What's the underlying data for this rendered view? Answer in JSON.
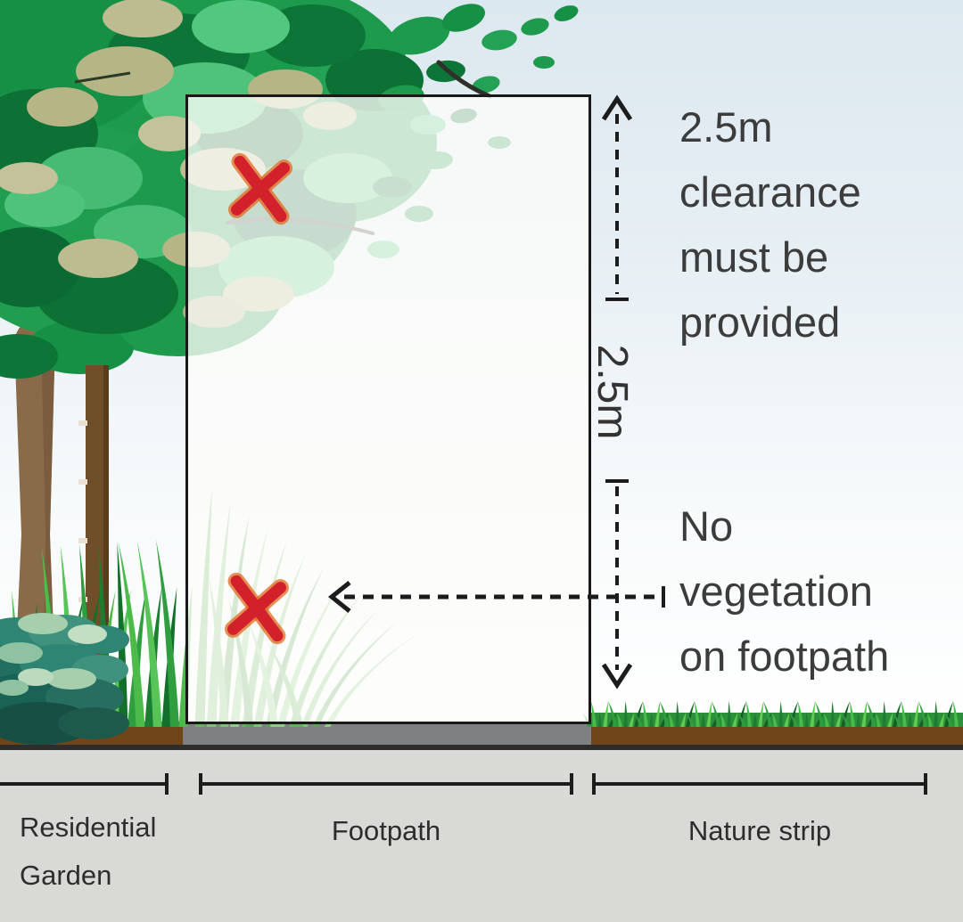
{
  "annotations": {
    "clearance_note": "2.5m clearance must be provided",
    "clearance_dimension": "2.5m",
    "no_vegetation_note": "No vegetation on footpath"
  },
  "zone_labels": {
    "residential_garden": "Residential Garden",
    "footpath": "Footpath",
    "nature_strip": "Nature strip"
  },
  "icons": {
    "prohibited_cross": "✗",
    "dimension_arrow": "↕",
    "pointer_arrow": "←"
  },
  "colors": {
    "prohibition_red": "#d2212a",
    "ink": "#3a3a3a",
    "canopy_green": "#1d9a4b",
    "leaf_tan": "#b5b586",
    "grass_green": "#2f9e3e",
    "bush_teal": "#2f8574",
    "trunk_brown": "#8a6b49",
    "soil_brown": "#6f4519",
    "footpath_gray": "#7f8081",
    "panel_gray": "#d9d9d6",
    "sky_blue": "#dce8ef"
  }
}
